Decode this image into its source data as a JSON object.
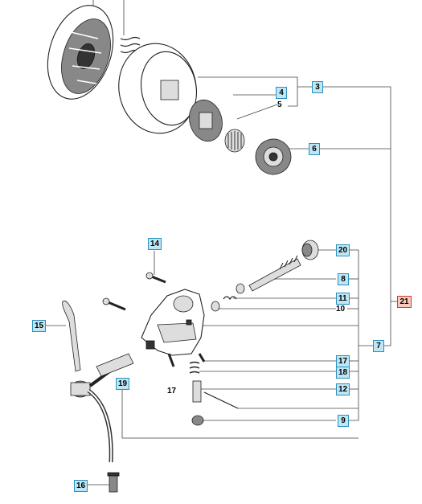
{
  "callouts": {
    "c3": "3",
    "c4": "4",
    "c5": "5",
    "c6": "6",
    "c7": "7",
    "c8": "8",
    "c9": "9",
    "c10": "10",
    "c11": "11",
    "c12": "12",
    "c14": "14",
    "c15": "15",
    "c16": "16",
    "c17a": "17",
    "c17b": "17",
    "c18": "18",
    "c19": "19",
    "c20": "20",
    "c21": "21"
  },
  "colors": {
    "callout_fill": "#bfe6f5",
    "callout_border": "#2a8fbf",
    "assembly_fill": "#f8c9bf",
    "assembly_border": "#d23b2b"
  }
}
